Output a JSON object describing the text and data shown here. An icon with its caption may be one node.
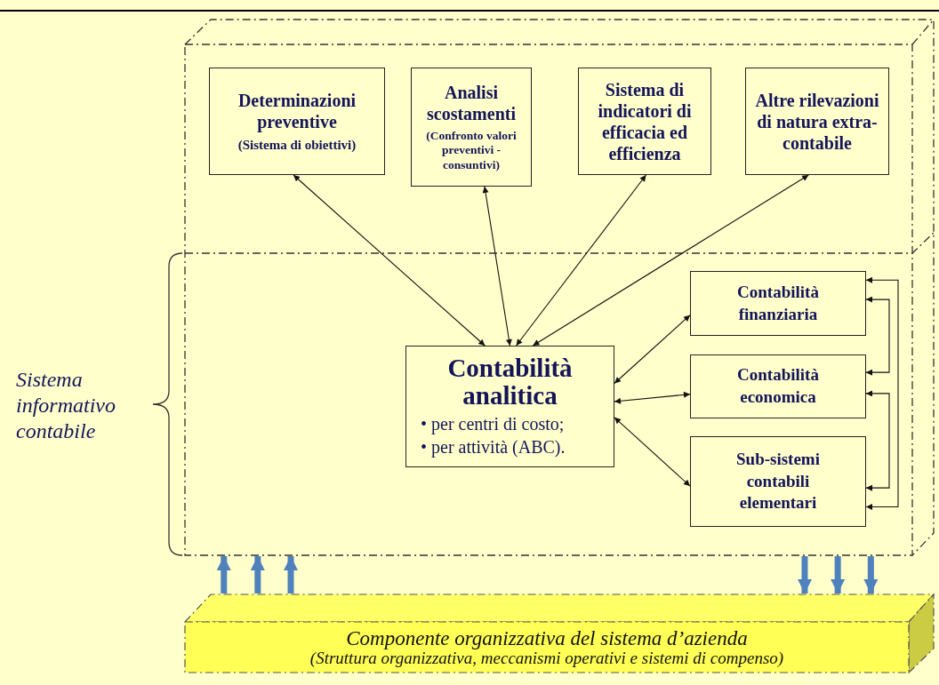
{
  "diagram": {
    "nodes": [
      {
        "text": [],
        "shape": "box"
      },
      {
        "text": [
          "Determinazioni preventive",
          "(Sistema di obiettivi)"
        ],
        "in": 0
      },
      {
        "text": [
          "Analisi scostamenti",
          "(Confronto valori preventivi - consuntivi)"
        ],
        "in": 0
      },
      {
        "text": [
          "Sistema di indicatori di efficacia ed efficienza"
        ],
        "in": 0
      },
      {
        "text": [
          "Altre rilevazioni di natura extra-contabile"
        ],
        "in": 0
      },
      {
        "text": [
          "Contabilità analitica",
          "• per centri di costo;",
          "• per attività (ABC)."
        ],
        "in": 0
      },
      {
        "text": [
          "Contabilità finanziaria"
        ],
        "in": 0
      },
      {
        "text": [
          "Contabilità economica"
        ],
        "in": 0
      },
      {
        "text": [
          "Sub-sistemi contabili elementari"
        ],
        "in": 0
      },
      {
        "text": [
          "Componente organizzativa del sistema d’azienda",
          "(Struttura organizzativa, meccanismi operativi e sistemi di compenso)"
        ]
      }
    ],
    "edges": [
      {
        "from": 5,
        "to": 1,
        "arrow": "both"
      },
      {
        "from": 5,
        "to": 2,
        "arrow": "both"
      },
      {
        "from": 5,
        "to": 3,
        "arrow": "both"
      },
      {
        "from": 5,
        "to": 4,
        "arrow": "both"
      },
      {
        "from": 5,
        "to": 6,
        "arrow": "both"
      },
      {
        "from": 5,
        "to": 7,
        "arrow": "both"
      },
      {
        "from": 5,
        "to": 8,
        "arrow": "both"
      },
      {
        "from": 6,
        "to": 7,
        "arrow": "both"
      },
      {
        "from": 7,
        "to": 8,
        "arrow": "both"
      },
      {
        "from": 6,
        "to": 8,
        "arrow": "both"
      },
      {
        "from": 9,
        "to": 0,
        "arrow": "to",
        "style": "thick",
        "color": "#4f81bd"
      },
      {
        "from": 9,
        "to": 0,
        "arrow": "to",
        "style": "thick",
        "color": "#4f81bd"
      },
      {
        "from": 9,
        "to": 0,
        "arrow": "to",
        "style": "thick",
        "color": "#4f81bd"
      },
      {
        "from": 0,
        "to": 9,
        "arrow": "to",
        "style": "thick",
        "color": "#4f81bd"
      },
      {
        "from": 0,
        "to": 9,
        "arrow": "to",
        "style": "thick",
        "color": "#4f81bd"
      },
      {
        "from": 0,
        "to": 9,
        "arrow": "to",
        "style": "thick",
        "color": "#4f81bd"
      }
    ],
    "labels": [
      "Sistema informativo contabile"
    ]
  }
}
